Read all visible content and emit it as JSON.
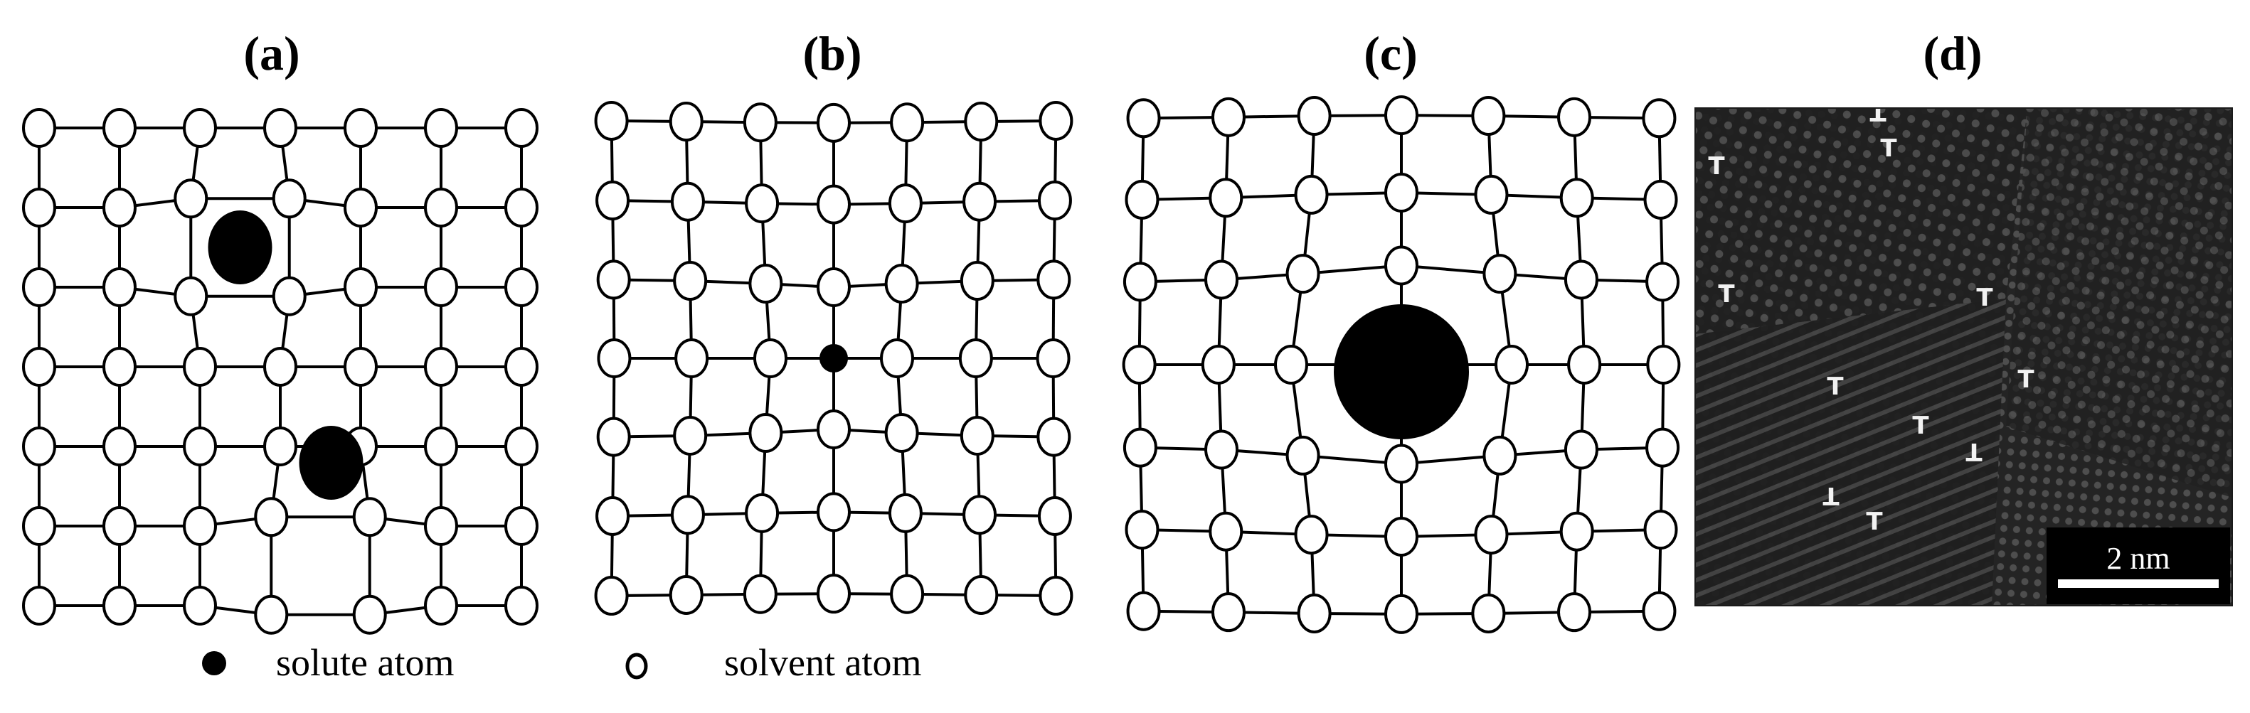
{
  "figure": {
    "panels": [
      {
        "id": "a",
        "label": "(a)",
        "solute_type": "interstitial"
      },
      {
        "id": "b",
        "label": "(b)",
        "solute_type": "small substitutional"
      },
      {
        "id": "c",
        "label": "(c)",
        "solute_type": "large substitutional"
      },
      {
        "id": "d",
        "label": "(d)",
        "solute_type": "micrograph"
      }
    ],
    "legend": {
      "solute_label": "solute atom",
      "solvent_label": "solvent atom"
    },
    "micrograph": {
      "scale_bar_label": "2 nm",
      "dislocation_symbol": "T",
      "dislocation_count": 11
    },
    "colors": {
      "atom_fill": "#ffffff",
      "atom_stroke": "#000000",
      "solute_fill": "#000000",
      "micrograph_background": "#2e2e2e",
      "scale_box": "#000000",
      "scale_text": "#ffffff"
    }
  }
}
